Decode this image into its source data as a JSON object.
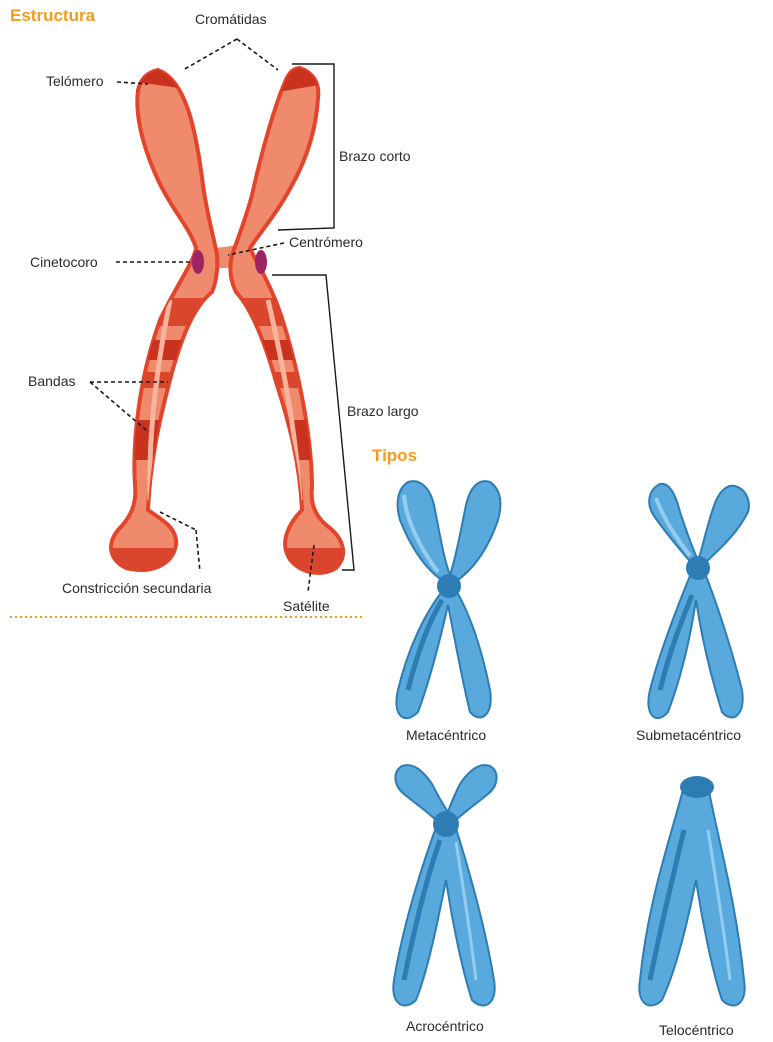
{
  "colors": {
    "heading": "#f39b1e",
    "chromosome_fill": "#ef8a6c",
    "chromosome_edge": "#e2452c",
    "band_dark": "#c8321f",
    "band_mid": "#d9462d",
    "kinetochore": "#9c2463",
    "type_fill": "#5aa9dc",
    "type_dark": "#2d7db4",
    "type_light": "#93cdef",
    "divider": "#f39b1e"
  },
  "structure": {
    "heading": "Estructura",
    "labels": {
      "cromatidas": "Cromátidas",
      "telomero": "Telómero",
      "brazo_corto": "Brazo corto",
      "cinetocoro": "Cinetocoro",
      "centromero": "Centrómero",
      "bandas": "Bandas",
      "brazo_largo": "Brazo largo",
      "constriccion": "Constricción secundaria",
      "satelite": "Satélite"
    }
  },
  "types": {
    "heading": "Tipos",
    "items": [
      "Metacéntrico",
      "Submetacéntrico",
      "Acrocéntrico",
      "Telocéntrico"
    ]
  }
}
